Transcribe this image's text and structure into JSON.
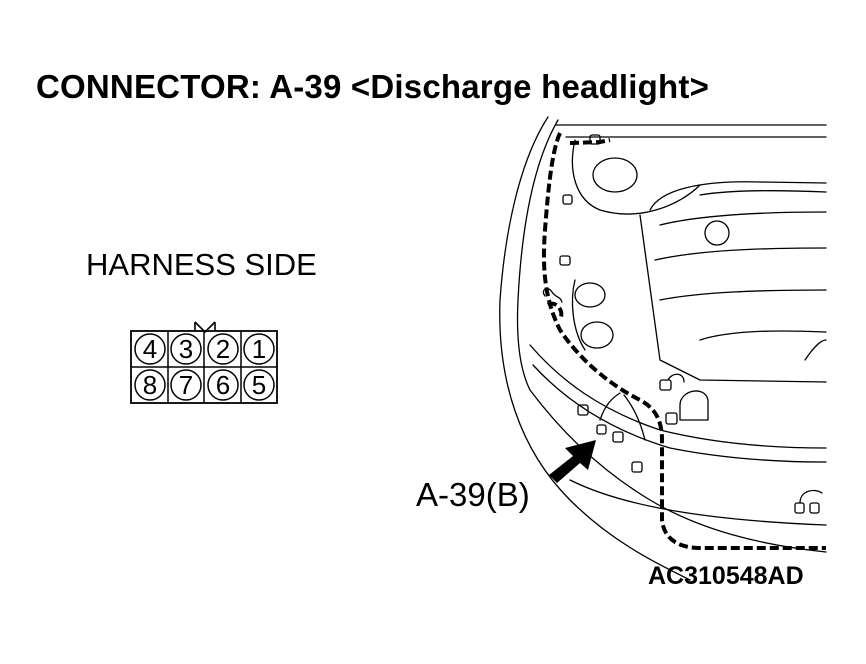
{
  "title": "CONNECTOR: A-39 <Discharge headlight>",
  "harness_label": "HARNESS SIDE",
  "connector": {
    "top_row": [
      "4",
      "3",
      "2",
      "1"
    ],
    "bottom_row": [
      "8",
      "7",
      "6",
      "5"
    ]
  },
  "callout_label": "A-39(B)",
  "figure_code": "AC310548AD",
  "icons": {
    "lock": "connector-lock-icon",
    "arrow": "pointer-arrow-icon"
  }
}
